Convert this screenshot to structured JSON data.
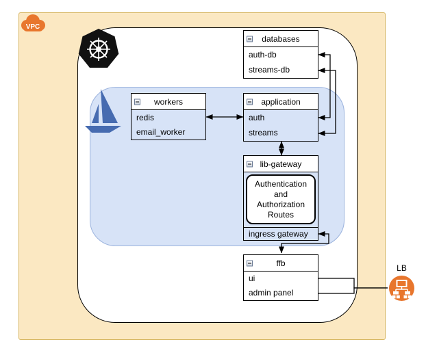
{
  "colors": {
    "vpc_fill": "#FBE8C2",
    "vpc_stroke": "#D8B865",
    "mesh_fill": "#D7E3F7",
    "mesh_stroke": "#9AB2DD",
    "node_stroke": "#000000",
    "orange": "#E8762D",
    "istio_blue": "#466BB0",
    "k8s_black": "#111111",
    "connector": "#000000"
  },
  "vpc": {
    "label": "VPC"
  },
  "lb": {
    "label": "LB"
  },
  "nodes": {
    "databases": {
      "title": "databases",
      "rows": [
        "auth-db",
        "streams-db"
      ]
    },
    "workers": {
      "title": "workers",
      "rows": [
        "redis",
        "email_worker"
      ]
    },
    "application": {
      "title": "application",
      "rows": [
        "auth",
        "streams"
      ]
    },
    "libgateway": {
      "title": "lib-gateway",
      "note_lines": [
        "Authentication and",
        "Authorization",
        "Routes"
      ],
      "rows": [
        "ingress gateway"
      ]
    },
    "ffb": {
      "title": "ffb",
      "rows": [
        "ui",
        "admin panel"
      ]
    }
  }
}
